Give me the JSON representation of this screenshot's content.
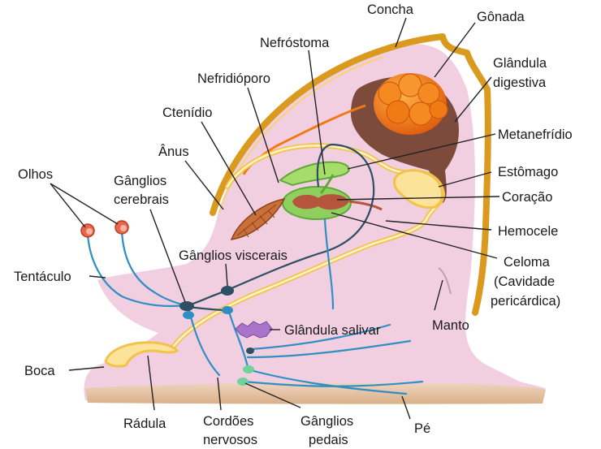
{
  "labels": {
    "concha": "Concha",
    "gonada": "Gônada",
    "glandula_digestiva_1": "Glândula",
    "glandula_digestiva_2": "digestiva",
    "nefrostoma": "Nefróstoma",
    "nefridioporo": "Nefridióporo",
    "ctenidio": "Ctenídio",
    "anus": "Ânus",
    "olhos": "Olhos",
    "ganglios_cerebrais_1": "Gânglios",
    "ganglios_cerebrais_2": "cerebrais",
    "metanefridio": "Metanefrídio",
    "estomago": "Estômago",
    "coracao": "Coração",
    "hemocele": "Hemocele",
    "ganglios_viscerais": "Gânglios viscerais",
    "celoma_1": "Celoma",
    "celoma_2": "(Cavidade",
    "celoma_3": "pericárdica)",
    "tentaculo": "Tentáculo",
    "manto": "Manto",
    "glandula_salivar": "Glândula salivar",
    "boca": "Boca",
    "radula": "Rádula",
    "cordoes_1": "Cordões",
    "cordoes_2": "nervosos",
    "ganglios_pedais_1": "Gânglios",
    "ganglios_pedais_2": "pedais",
    "pe": "Pé"
  },
  "colors": {
    "shell": "#d99a1e",
    "body": "#f1cfe0",
    "foot": "#e9c6a6",
    "gonad": "#f07a14",
    "digestive_gland": "#7d4b3c",
    "gut": "#f2c24a",
    "nerve": "#2f8fc4",
    "ganglion_green": "#6fd39a",
    "heart": "#b5563c",
    "pericardium": "#8fcf5e",
    "gill": "#c8703a",
    "salivary_gland": "#a873c9"
  }
}
